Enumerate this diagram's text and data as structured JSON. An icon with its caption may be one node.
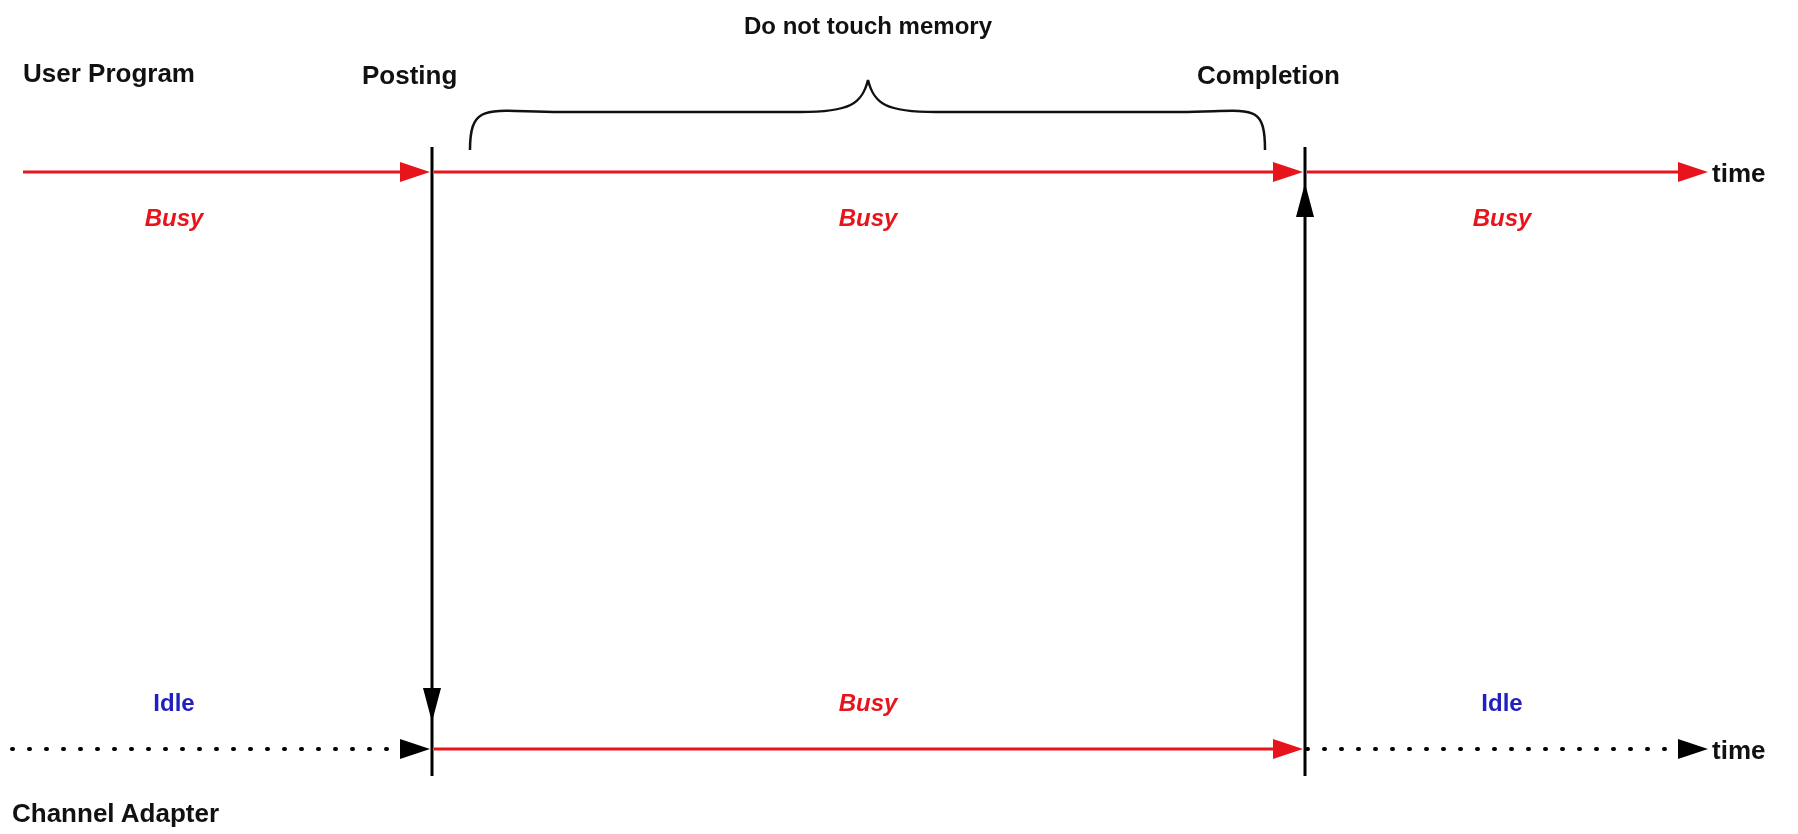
{
  "diagram": {
    "nodes": [
      {
        "text": [
          "User Program"
        ]
      },
      {
        "text": [
          "Posting"
        ]
      },
      {
        "text": [
          "Completion"
        ]
      },
      {
        "text": [
          "time"
        ]
      },
      {
        "text": [
          "Channel Adapter"
        ]
      },
      {
        "text": [
          "time"
        ]
      }
    ],
    "edges": [
      {
        "from": null,
        "to": 1,
        "arrow": "to",
        "label": "Busy"
      },
      {
        "from": 1,
        "to": 2,
        "arrow": "to",
        "label": "Busy"
      },
      {
        "from": 2,
        "to": 3,
        "arrow": "to",
        "label": "Busy"
      },
      {
        "from": null,
        "to": 1,
        "arrow": "to",
        "label": "Idle",
        "style": "dashed",
        "color": "#000000"
      },
      {
        "from": 1,
        "to": 2,
        "arrow": "to",
        "label": "Busy"
      },
      {
        "from": 2,
        "to": 5,
        "arrow": "to",
        "label": "Idle",
        "style": "dashed",
        "color": "#000000"
      }
    ],
    "labels": [
      "Do not touch memory"
    ]
  }
}
